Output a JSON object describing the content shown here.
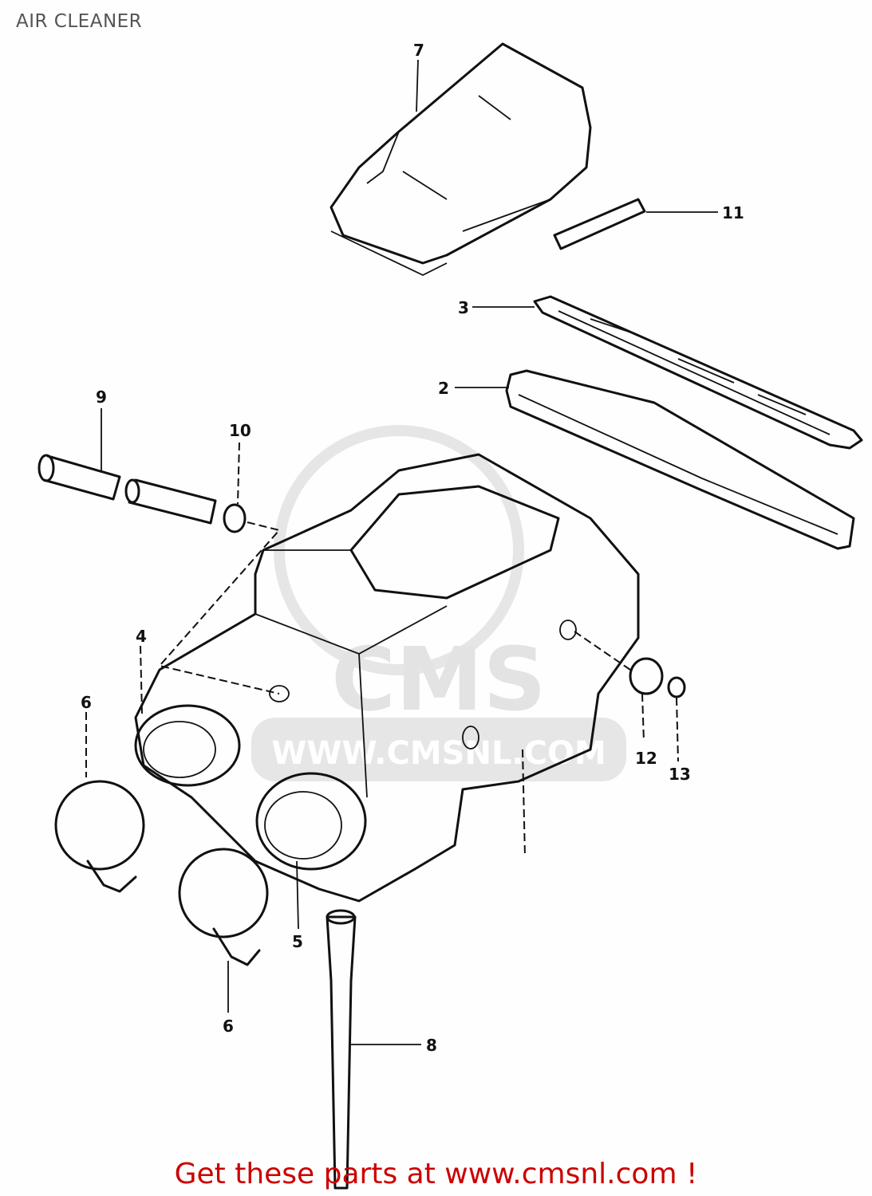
{
  "header": {
    "title": "AIR CLEANER"
  },
  "watermark": {
    "text": "WWW.CMSNL.COM",
    "logo": "CMS"
  },
  "callouts": [
    {
      "number": "7",
      "part": "cover"
    },
    {
      "number": "11",
      "part": "pin"
    },
    {
      "number": "3",
      "part": "element-grid"
    },
    {
      "number": "2",
      "part": "filter-element"
    },
    {
      "number": "9",
      "part": "hose"
    },
    {
      "number": "10",
      "part": "clip"
    },
    {
      "number": "4",
      "part": "case"
    },
    {
      "number": "6",
      "part": "clamp-left"
    },
    {
      "number": "5",
      "part": "boot"
    },
    {
      "number": "6",
      "part": "clamp-bottom"
    },
    {
      "number": "12",
      "part": "grommet"
    },
    {
      "number": "13",
      "part": "plug"
    },
    {
      "number": "8",
      "part": "drain-hose"
    }
  ],
  "footer": {
    "text": "Get these parts at www.cmsnl.com !"
  },
  "colors": {
    "footer": "#cc0000",
    "title": "#555555",
    "watermark": "#e3e3e3"
  }
}
